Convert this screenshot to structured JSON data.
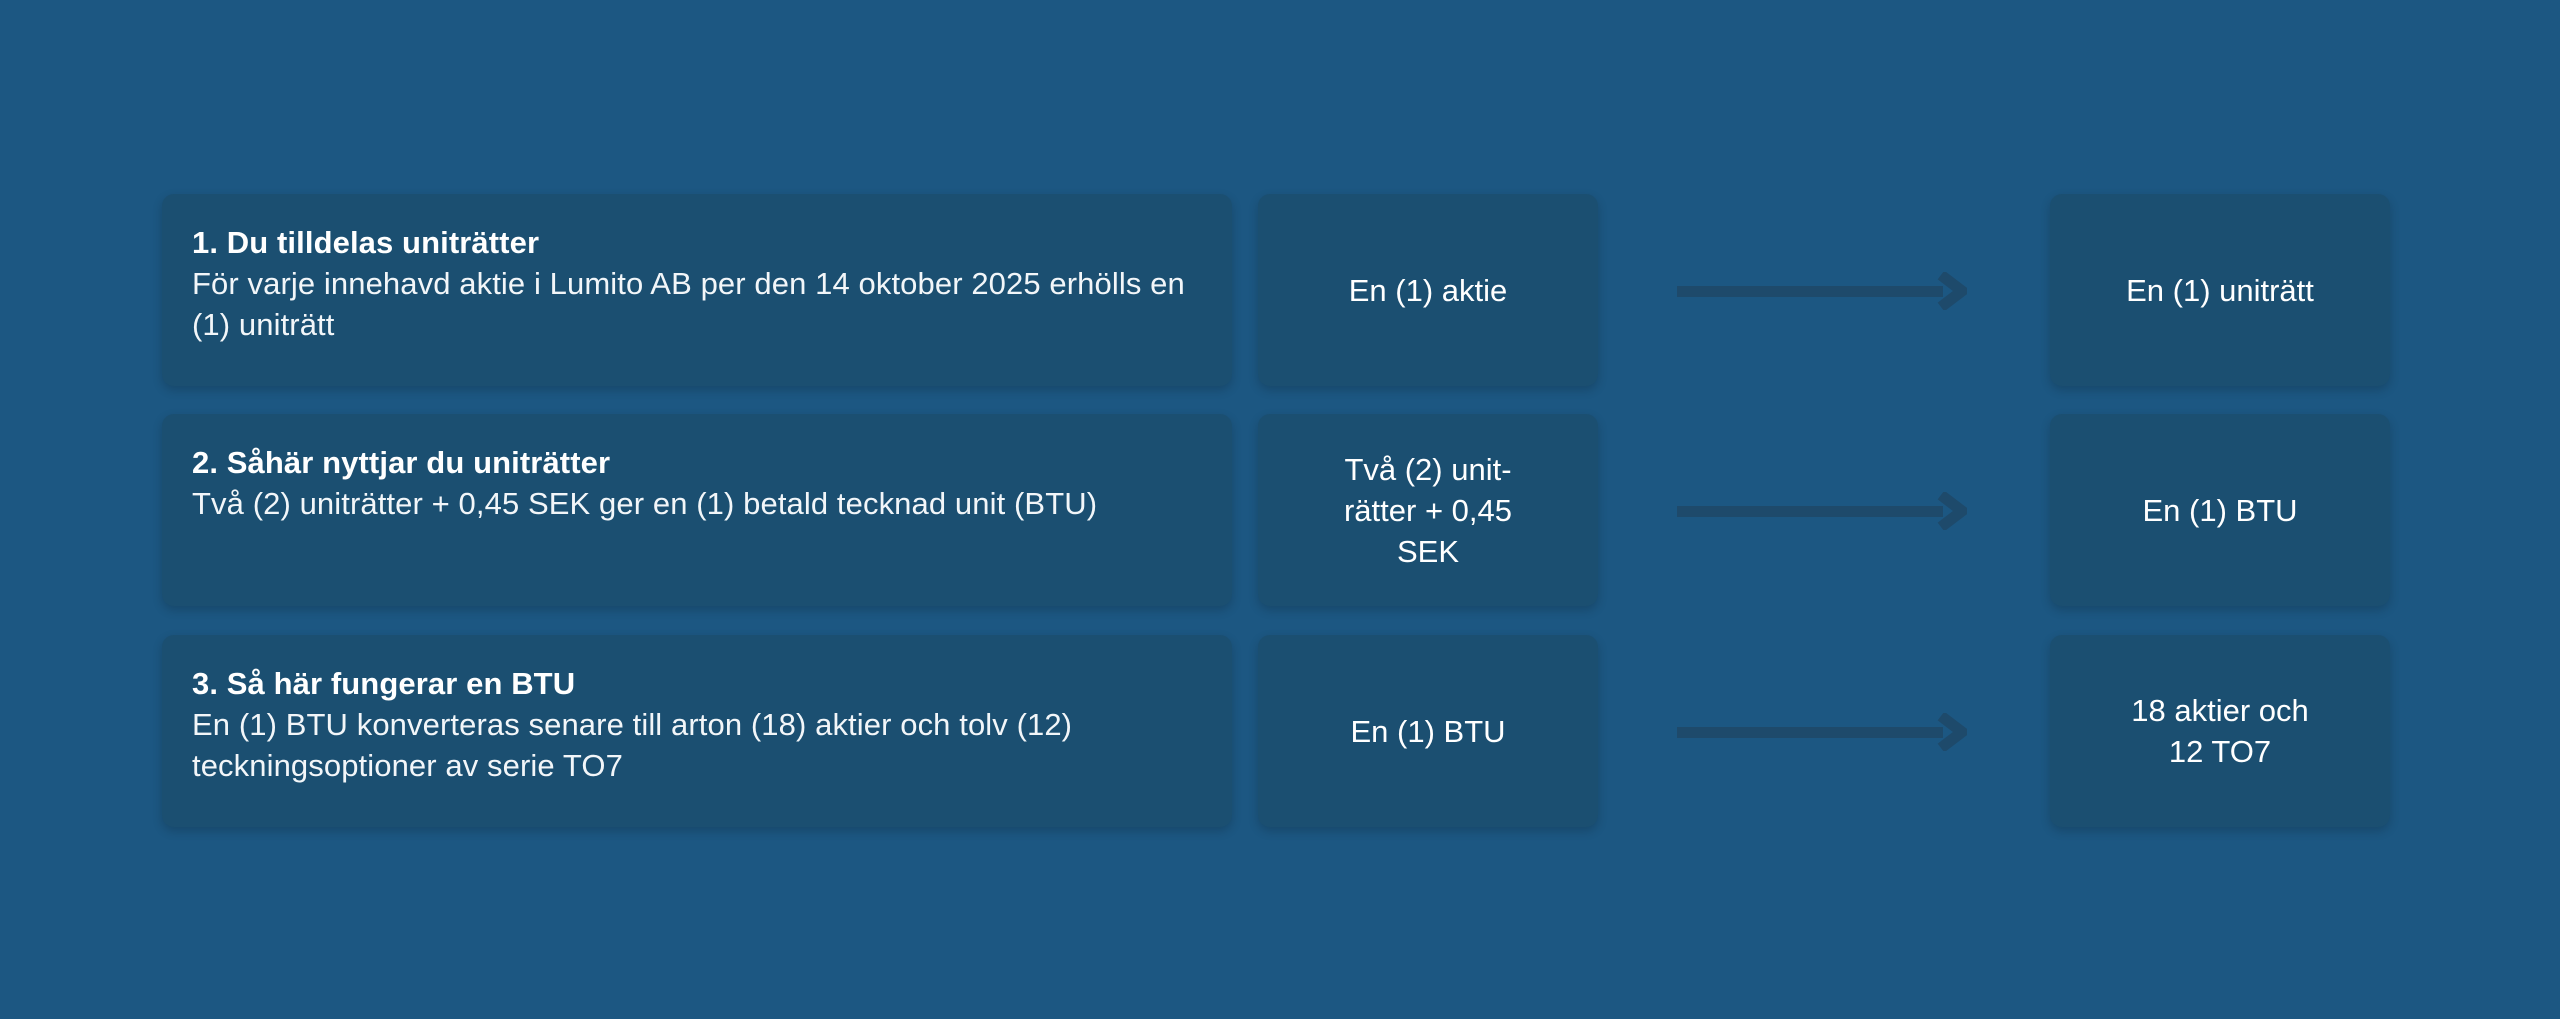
{
  "page": {
    "background_color": "#1c5782",
    "card_color": "#1b4f71",
    "arrow_color": "#1e4a6b",
    "text_color": "#ffffff"
  },
  "rows": [
    {
      "title": "1. Du tilldelas uniträtter",
      "description": "För varje innehavd aktie i Lumito AB per den 14 oktober 2025 erhölls en (1) uniträtt",
      "input": "En (1) aktie",
      "output": "En (1) uniträtt",
      "arrow_icon": "arrow-right-icon"
    },
    {
      "title": "2. Såhär nyttjar du uniträtter",
      "description": "Två (2) uniträtter + 0,45 SEK ger en (1) betald tecknad unit (BTU)",
      "input": "Två (2) unit-\nrätter + 0,45\nSEK",
      "output": "En (1) BTU",
      "arrow_icon": "arrow-right-icon"
    },
    {
      "title": "3. Så här fungerar en BTU",
      "description": "En (1) BTU konverteras senare till arton (18) aktier och tolv (12) teckningsoptioner av serie TO7",
      "input": "En (1) BTU",
      "output": "18 aktier och\n12 TO7",
      "arrow_icon": "arrow-right-icon"
    }
  ]
}
